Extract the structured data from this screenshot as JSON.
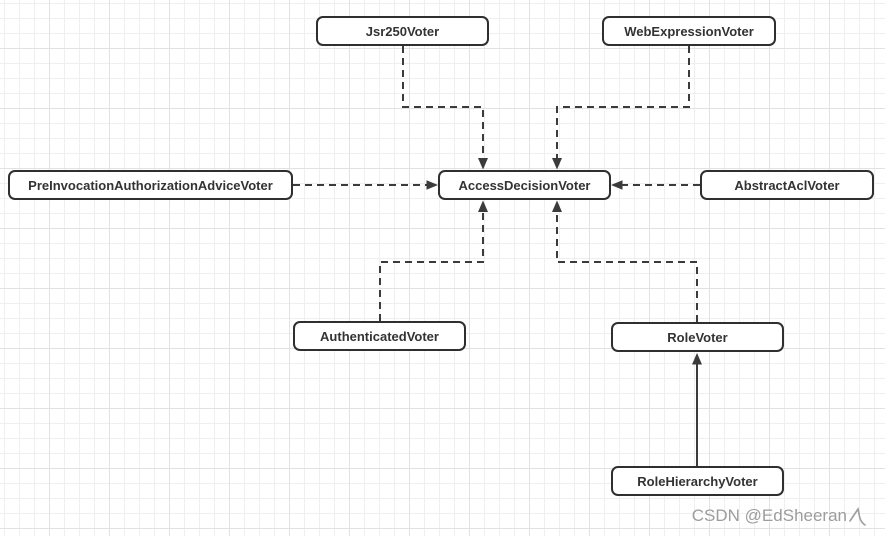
{
  "diagram": {
    "nodes": {
      "jsr250": {
        "label": "Jsr250Voter"
      },
      "web_expression": {
        "label": "WebExpressionVoter"
      },
      "pre_invocation": {
        "label": "PreInvocationAuthorizationAdviceVoter"
      },
      "access_decision": {
        "label": "AccessDecisionVoter"
      },
      "abstract_acl": {
        "label": "AbstractAclVoter"
      },
      "authenticated": {
        "label": "AuthenticatedVoter"
      },
      "role": {
        "label": "RoleVoter"
      },
      "role_hierarchy": {
        "label": "RoleHierarchyVoter"
      }
    },
    "edges": [
      {
        "from": "Jsr250Voter",
        "to": "AccessDecisionVoter",
        "style": "dashed-arrow"
      },
      {
        "from": "WebExpressionVoter",
        "to": "AccessDecisionVoter",
        "style": "dashed-arrow"
      },
      {
        "from": "PreInvocationAuthorizationAdviceVoter",
        "to": "AccessDecisionVoter",
        "style": "dashed-arrow"
      },
      {
        "from": "AbstractAclVoter",
        "to": "AccessDecisionVoter",
        "style": "dashed-arrow"
      },
      {
        "from": "AuthenticatedVoter",
        "to": "AccessDecisionVoter",
        "style": "dashed-arrow"
      },
      {
        "from": "RoleVoter",
        "to": "AccessDecisionVoter",
        "style": "dashed-arrow"
      },
      {
        "from": "RoleHierarchyVoter",
        "to": "RoleVoter",
        "style": "solid-arrow"
      }
    ],
    "colors": {
      "node_border": "#2f2f2f",
      "node_fill": "#ffffff",
      "edge": "#3b3b3b",
      "grid_minor": "#efefef",
      "grid_major": "#e2e2e2"
    }
  },
  "watermark": {
    "text": "CSDN @EdSheeran"
  }
}
